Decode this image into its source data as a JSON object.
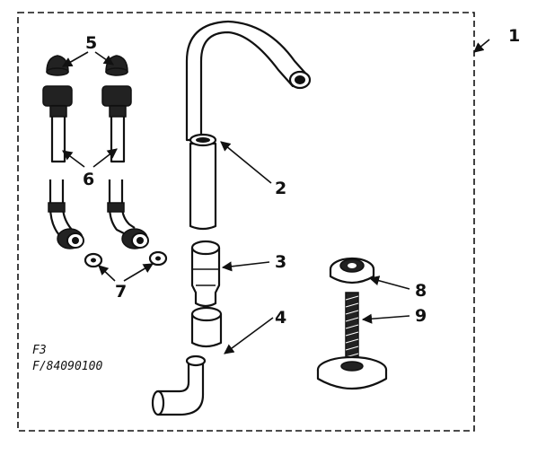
{
  "callouts": {
    "c1": "1",
    "c2": "2",
    "c3": "3",
    "c4": "4",
    "c5": "5",
    "c6": "6",
    "c7": "7",
    "c8": "8",
    "c9": "9"
  },
  "figure_code": {
    "line1": "F3",
    "line2": "F/84090100"
  }
}
